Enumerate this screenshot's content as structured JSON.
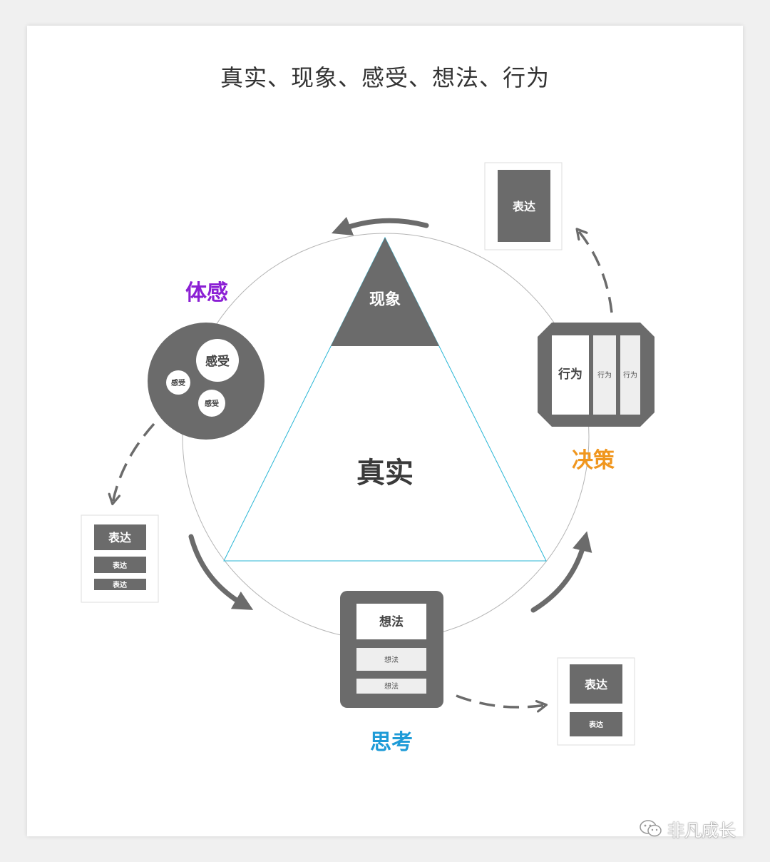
{
  "title": "真实、现象、感受、想法、行为",
  "center": {
    "label": "真实",
    "top_label": "现象"
  },
  "nodes": {
    "body_feeling": {
      "heading": "体感",
      "big": "感受",
      "small_left": "感受",
      "small_bottom": "感受",
      "color": "#8B1FD4"
    },
    "decision": {
      "heading": "决策",
      "main": "行为",
      "col2": "行为",
      "col3": "行为",
      "color": "#F0961E"
    },
    "thinking": {
      "heading": "思考",
      "main": "想法",
      "row2": "想法",
      "row3": "想法",
      "color": "#1E9BD7"
    }
  },
  "expressions": {
    "top_right": {
      "main": "表达"
    },
    "left": {
      "main": "表达",
      "row2": "表达",
      "row3": "表达"
    },
    "bottom_right": {
      "main": "表达",
      "row2": "表达"
    }
  },
  "colors": {
    "dark": "#6b6b6b",
    "light_block": "#eeeeee",
    "triangle_line": "#29b6d6",
    "circle_line": "#b5b5b5"
  },
  "watermark": {
    "text": "非凡成长",
    "icon": "wechat-icon"
  }
}
